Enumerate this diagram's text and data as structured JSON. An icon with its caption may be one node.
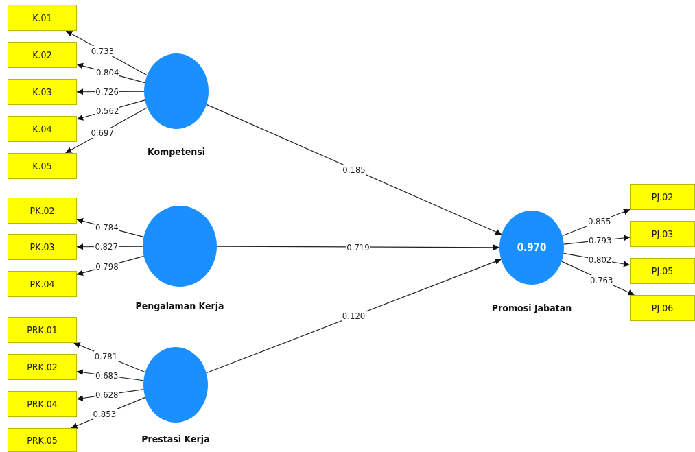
{
  "diagram": {
    "nodes": [
      {
        "text": [
          "K.01"
        ]
      },
      {
        "text": [
          "K.02"
        ]
      },
      {
        "text": [
          "K.03"
        ]
      },
      {
        "text": [
          "K.04"
        ]
      },
      {
        "text": [
          "K.05"
        ]
      },
      {
        "text": [
          "Kompetensi"
        ]
      },
      {
        "text": [
          "PK.02"
        ]
      },
      {
        "text": [
          "PK.03"
        ]
      },
      {
        "text": [
          "PK.04"
        ]
      },
      {
        "text": [
          "Pengalaman Kerja"
        ]
      },
      {
        "text": [
          "PRK.01"
        ]
      },
      {
        "text": [
          "PRK.02"
        ]
      },
      {
        "text": [
          "PRK.04"
        ]
      },
      {
        "text": [
          "PRK.05"
        ]
      },
      {
        "text": [
          "Prestasi Kerja"
        ]
      },
      {
        "text": [
          "0.970",
          "Promosi Jabatan"
        ]
      },
      {
        "text": [
          "PJ.02"
        ]
      },
      {
        "text": [
          "PJ.03"
        ]
      },
      {
        "text": [
          "PJ.05"
        ]
      },
      {
        "text": [
          "PJ.06"
        ]
      }
    ],
    "edges": [
      {
        "from": 5,
        "to": 0,
        "arrow": "to",
        "label": "0.733"
      },
      {
        "from": 5,
        "to": 1,
        "arrow": "to",
        "label": "0.804"
      },
      {
        "from": 5,
        "to": 2,
        "arrow": "to",
        "label": "0.726"
      },
      {
        "from": 5,
        "to": 3,
        "arrow": "to",
        "label": "0.562"
      },
      {
        "from": 5,
        "to": 4,
        "arrow": "to",
        "label": "0.697"
      },
      {
        "from": 9,
        "to": 6,
        "arrow": "to",
        "label": "0.784"
      },
      {
        "from": 9,
        "to": 7,
        "arrow": "to",
        "label": "0.827"
      },
      {
        "from": 9,
        "to": 8,
        "arrow": "to",
        "label": "0.798"
      },
      {
        "from": 14,
        "to": 10,
        "arrow": "to",
        "label": "0.781"
      },
      {
        "from": 14,
        "to": 11,
        "arrow": "to",
        "label": "0.683"
      },
      {
        "from": 14,
        "to": 12,
        "arrow": "to",
        "label": "0.628"
      },
      {
        "from": 14,
        "to": 13,
        "arrow": "to",
        "label": "0.853"
      },
      {
        "from": 5,
        "to": 15,
        "arrow": "to",
        "label": "0.185"
      },
      {
        "from": 9,
        "to": 15,
        "arrow": "to",
        "label": "0.719"
      },
      {
        "from": 14,
        "to": 15,
        "arrow": "to",
        "label": "0.120"
      },
      {
        "from": 15,
        "to": 16,
        "arrow": "to",
        "label": "0.855"
      },
      {
        "from": 15,
        "to": 17,
        "arrow": "to",
        "label": "0.793"
      },
      {
        "from": 15,
        "to": 18,
        "arrow": "to",
        "label": "0.802"
      },
      {
        "from": 15,
        "to": 19,
        "arrow": "to",
        "label": "0.763"
      }
    ]
  }
}
